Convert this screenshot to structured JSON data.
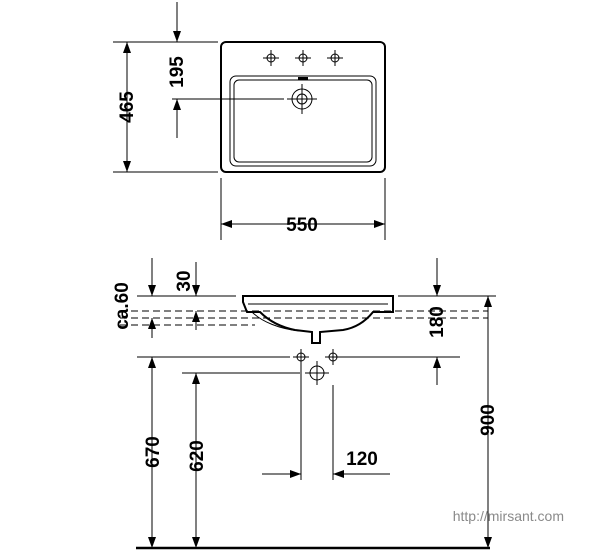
{
  "top_view": {
    "dims": {
      "depth": "465",
      "tap_offset": "195",
      "width": "550"
    }
  },
  "side_view": {
    "dims": {
      "rim_depth": "ca.60",
      "rim_height": "30",
      "bowl_depth": "180",
      "waste_height": "670",
      "supply_height": "620",
      "total_height": "900",
      "offset": "120"
    }
  },
  "watermark": "http://mirsant.com"
}
